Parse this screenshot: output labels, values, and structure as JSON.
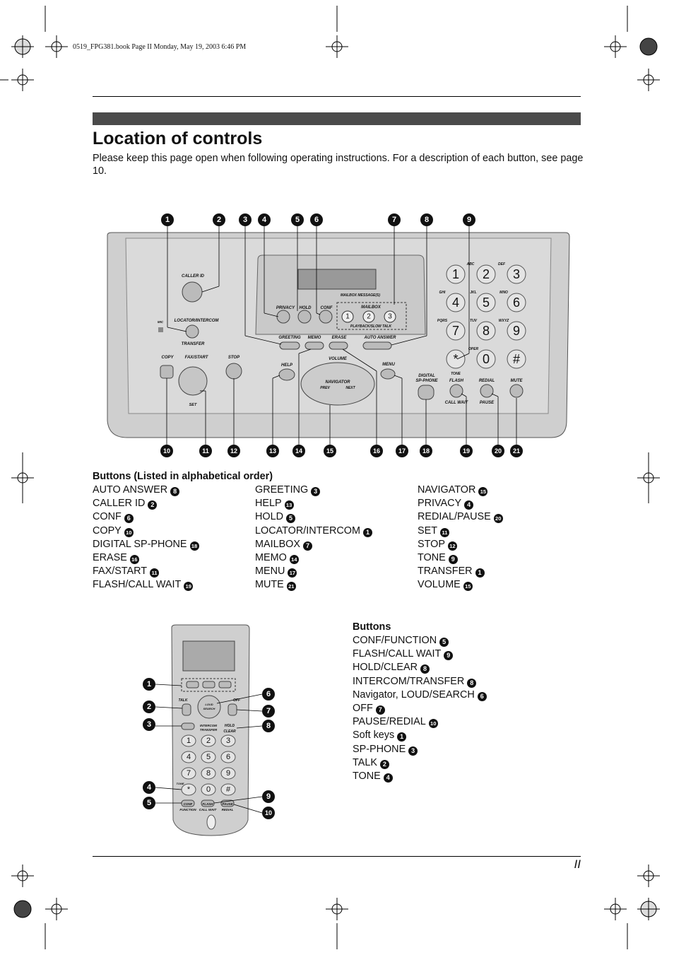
{
  "header_note": "0519_FPG381.book  Page II  Monday, May 19, 2003  6:46 PM",
  "title": "Location of controls",
  "intro": "Please keep this page open when following operating instructions. For a description of each button, see page 10.",
  "base_unit": {
    "callouts": [
      "1",
      "2",
      "3",
      "4",
      "5",
      "6",
      "7",
      "8",
      "9",
      "10",
      "11",
      "12",
      "13",
      "14",
      "15",
      "16",
      "17",
      "18",
      "19",
      "20",
      "21"
    ],
    "labels": {
      "caller_id": "CALLER  ID",
      "locator_intercom": "LOCATOR/INTERCOM",
      "mic": "MIC",
      "transfer": "TRANSFER",
      "copy": "COPY",
      "fax_start": "FAX/START",
      "stop": "STOP",
      "set": "SET",
      "help": "HELP",
      "mailbox_message": "MAILBOX  MESSAGE(S)",
      "privacy": "PRIVACY",
      "hold": "HOLD",
      "conf": "CONF",
      "mailbox": "MAILBOX",
      "playback": "PLAYBACK/SLOW  TALK",
      "greeting": "GREETING",
      "memo": "MEMO",
      "erase": "ERASE",
      "auto_answer": "AUTO  ANSWER",
      "volume": "VOLUME",
      "navigator": "NAVIGATOR",
      "prev": "PREV",
      "next": "NEXT",
      "menu": "MENU",
      "digital": "DIGITAL",
      "sp_phone": "SP-PHONE",
      "tone": "TONE",
      "flash": "FLASH",
      "call_wait": "CALL  WAIT",
      "redial": "REDIAL",
      "pause": "PAUSE",
      "mute": "MUTE",
      "oper": "OPER"
    },
    "keys": [
      "1",
      "2",
      "3",
      "4",
      "5",
      "6",
      "7",
      "8",
      "9",
      "*",
      "0",
      "#"
    ],
    "key_letters": [
      "",
      "ABC",
      "DEF",
      "GHI",
      "JKL",
      "MNO",
      "PQRS",
      "TUV",
      "WXYZ",
      "",
      "",
      ""
    ]
  },
  "base_buttons_heading": "Buttons (Listed in alphabetical order)",
  "base_buttons": [
    [
      {
        "label": "AUTO ANSWER",
        "num": "8"
      },
      {
        "label": "CALLER ID",
        "num": "2"
      },
      {
        "label": "CONF",
        "num": "6"
      },
      {
        "label": "COPY",
        "num": "10"
      },
      {
        "label": "DIGITAL SP-PHONE",
        "num": "18"
      },
      {
        "label": "ERASE",
        "num": "16"
      },
      {
        "label": "FAX/START",
        "num": "11"
      },
      {
        "label": "FLASH/CALL WAIT",
        "num": "19"
      }
    ],
    [
      {
        "label": "GREETING",
        "num": "3"
      },
      {
        "label": "HELP",
        "num": "13"
      },
      {
        "label": "HOLD",
        "num": "5"
      },
      {
        "label": "LOCATOR/INTERCOM",
        "num": "1"
      },
      {
        "label": "MAILBOX",
        "num": "7"
      },
      {
        "label": "MEMO",
        "num": "14"
      },
      {
        "label": "MENU",
        "num": "17"
      },
      {
        "label": "MUTE",
        "num": "21"
      }
    ],
    [
      {
        "label": "NAVIGATOR",
        "num": "15"
      },
      {
        "label": "PRIVACY",
        "num": "4"
      },
      {
        "label": "REDIAL/PAUSE",
        "num": "20"
      },
      {
        "label": "SET",
        "num": "11"
      },
      {
        "label": "STOP",
        "num": "12"
      },
      {
        "label": "TONE",
        "num": "9"
      },
      {
        "label": "TRANSFER",
        "num": "1"
      },
      {
        "label": "VOLUME",
        "num": "15"
      }
    ]
  ],
  "handset": {
    "callouts_left": [
      "1",
      "2",
      "3",
      "4",
      "5"
    ],
    "callouts_right": [
      "6",
      "7",
      "8",
      "9",
      "10"
    ],
    "labels": {
      "talk": "TALK",
      "off": "OFF",
      "intercom": "INTERCOM",
      "transfer": "TRANSFER",
      "hold": "HOLD",
      "clear": "CLEAR",
      "loud": "LOUD",
      "search": "SEARCH",
      "tone": "TONE",
      "conf": "CONF",
      "function": "FUNCTION",
      "flash": "FLASH",
      "call_wait": "CALL WAIT",
      "pause": "PAUSE",
      "redial": "REDIAL"
    },
    "keys": [
      "1",
      "2",
      "3",
      "4",
      "5",
      "6",
      "7",
      "8",
      "9",
      "*",
      "0",
      "#"
    ]
  },
  "handset_buttons_heading": "Buttons",
  "handset_buttons": [
    {
      "label": "CONF/FUNCTION",
      "num": "5"
    },
    {
      "label": "FLASH/CALL WAIT",
      "num": "9"
    },
    {
      "label": "HOLD/CLEAR",
      "num": "8"
    },
    {
      "label": "INTERCOM/TRANSFER",
      "num": "8"
    },
    {
      "label": "Navigator, LOUD/SEARCH",
      "num": "6"
    },
    {
      "label": "OFF",
      "num": "7"
    },
    {
      "label": "PAUSE/REDIAL",
      "num": "10"
    },
    {
      "label": "Soft keys",
      "num": "1"
    },
    {
      "label": "SP-PHONE",
      "num": "3"
    },
    {
      "label": "TALK",
      "num": "2"
    },
    {
      "label": "TONE",
      "num": "4"
    }
  ],
  "page_number": "II"
}
